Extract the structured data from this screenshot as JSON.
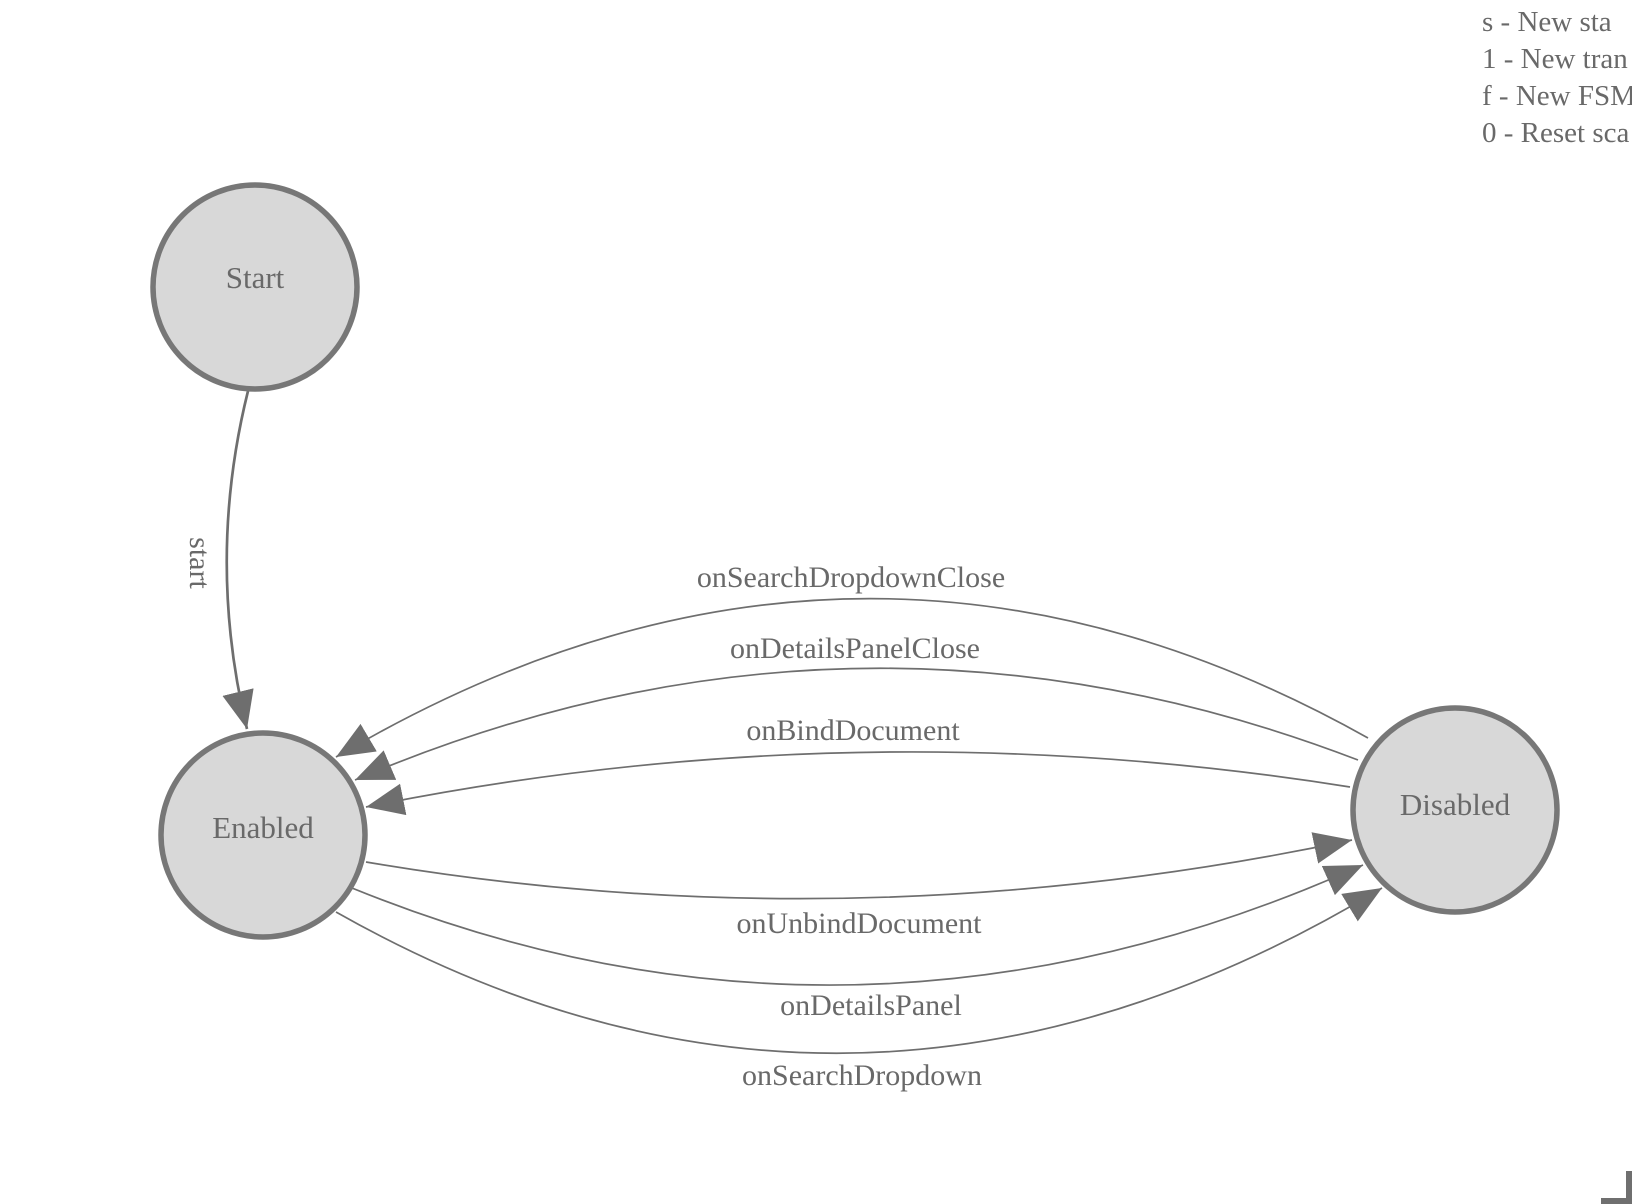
{
  "legend": {
    "lines": [
      "s - New sta",
      "1 - New tran",
      "f - New FSM",
      "0 - Reset sca"
    ]
  },
  "fsm": {
    "states": [
      {
        "id": "start",
        "label": "Start"
      },
      {
        "id": "enabled",
        "label": "Enabled"
      },
      {
        "id": "disabled",
        "label": "Disabled"
      }
    ],
    "transitions": [
      {
        "label": "start",
        "from": "Start",
        "to": "Enabled"
      },
      {
        "label": "onSearchDropdownClose",
        "from": "Disabled",
        "to": "Enabled"
      },
      {
        "label": "onDetailsPanelClose",
        "from": "Disabled",
        "to": "Enabled"
      },
      {
        "label": "onBindDocument",
        "from": "Disabled",
        "to": "Enabled"
      },
      {
        "label": "onUnbindDocument",
        "from": "Enabled",
        "to": "Disabled"
      },
      {
        "label": "onDetailsPanel",
        "from": "Enabled",
        "to": "Disabled"
      },
      {
        "label": "onSearchDropdown",
        "from": "Enabled",
        "to": "Disabled"
      }
    ]
  },
  "colors": {
    "state_fill": "#d8d8d8",
    "state_stroke": "#777777",
    "edge_stroke": "#6e6e6e",
    "text": "#696969"
  }
}
